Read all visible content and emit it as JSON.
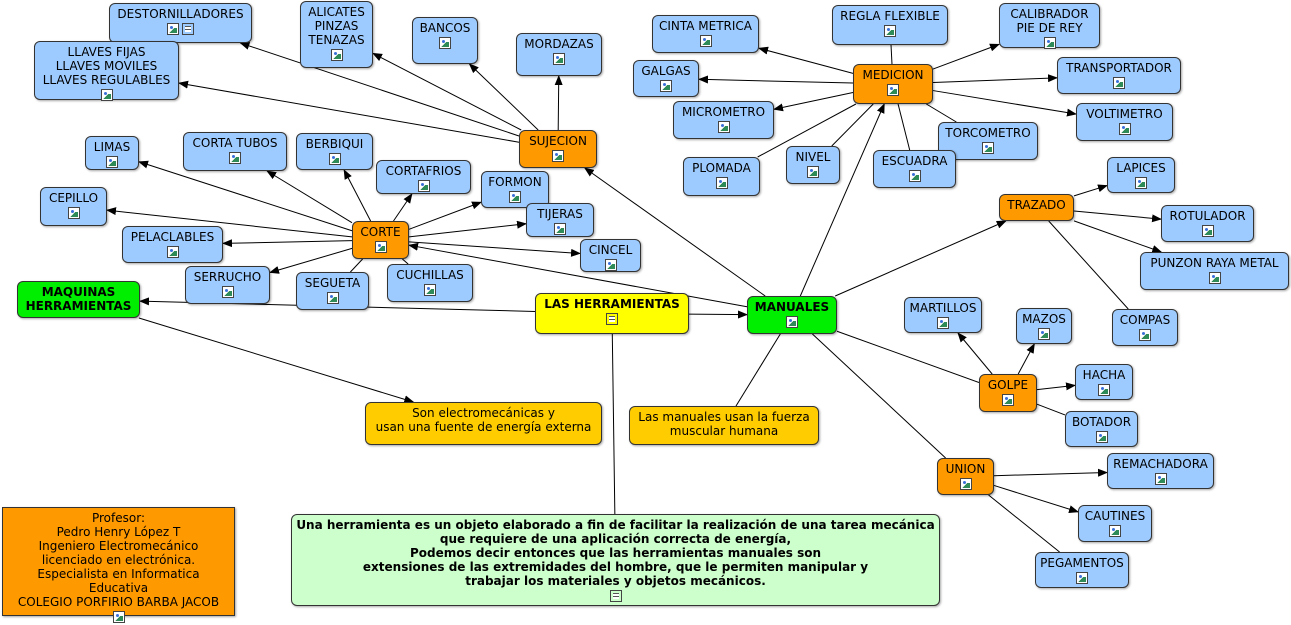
{
  "colors": {
    "blue": "#9ecbff",
    "orange": "#ff9900",
    "green": "#00ee00",
    "yellow": "#ffff00",
    "gold": "#ffcc00",
    "light_green": "#ccffcc",
    "edge": "#000000"
  },
  "nodes": [
    {
      "id": "herramientas",
      "label": "LAS HERRAMIENTAS",
      "style": "yellow",
      "icons": [
        "doc-icon"
      ]
    },
    {
      "id": "maquinas",
      "label": "MAQUINAS\nHERRAMIENTAS",
      "style": "green",
      "icons": []
    },
    {
      "id": "manuales",
      "label": "MANUALES",
      "style": "green",
      "icons": [
        "image-icon"
      ]
    },
    {
      "id": "def_maquinas",
      "label": "Son electromecánicas y\nusan una fuente de energía externa",
      "style": "gold",
      "icons": []
    },
    {
      "id": "def_manuales",
      "label": "Las manuales usan la fuerza\nmuscular humana",
      "style": "gold",
      "icons": []
    },
    {
      "id": "definicion",
      "label": "Una herramienta es un objeto elaborado a fin de facilitar la realización de una tarea mecánica\nque requiere de una aplicación correcta de energía,\nPodemos decir entonces que las herramientas manuales son\nextensiones de las extremidades del hombre, que le permiten manipular  y\ntrabajar los materiales y objetos mecánicos.",
      "style": "lgreen",
      "icons": [
        "doc-icon"
      ]
    },
    {
      "id": "profesor",
      "label": "Profesor:\nPedro Henry López T\nIngeniero Electromecánico\nlicenciado en electrónica.\nEspecialista en Informatica Educativa\nCOLEGIO PORFIRIO BARBA JACOB",
      "style": "note",
      "icons": [
        "image-icon"
      ]
    },
    {
      "id": "sujecion",
      "label": "SUJECION",
      "style": "orange",
      "icons": [
        "image-icon"
      ]
    },
    {
      "id": "destornilladores",
      "label": "DESTORNILLADORES",
      "style": "blue",
      "icons": [
        "image-icon",
        "doc-icon"
      ]
    },
    {
      "id": "llaves",
      "label": "LLAVES FIJAS\nLLAVES MOVILES\nLLAVES REGULABLES",
      "style": "blue",
      "icons": [
        "image-icon"
      ]
    },
    {
      "id": "alicates",
      "label": "ALICATES\nPINZAS\nTENAZAS",
      "style": "blue",
      "icons": [
        "image-icon"
      ]
    },
    {
      "id": "bancos",
      "label": "BANCOS",
      "style": "blue",
      "icons": [
        "image-icon"
      ]
    },
    {
      "id": "mordazas",
      "label": "MORDAZAS",
      "style": "blue",
      "icons": [
        "image-icon"
      ]
    },
    {
      "id": "corte",
      "label": "CORTE",
      "style": "orange",
      "icons": [
        "image-icon"
      ]
    },
    {
      "id": "limas",
      "label": "LIMAS",
      "style": "blue",
      "icons": [
        "image-icon"
      ]
    },
    {
      "id": "cortatubos",
      "label": "CORTA TUBOS",
      "style": "blue",
      "icons": [
        "image-icon"
      ]
    },
    {
      "id": "berbiqui",
      "label": "BERBIQUI",
      "style": "blue",
      "icons": [
        "image-icon"
      ]
    },
    {
      "id": "cortafrios",
      "label": "CORTAFRIOS",
      "style": "blue",
      "icons": [
        "image-icon"
      ]
    },
    {
      "id": "formon",
      "label": "FORMON",
      "style": "blue",
      "icons": [
        "image-icon"
      ]
    },
    {
      "id": "cepillo",
      "label": "CEPILLO",
      "style": "blue",
      "icons": [
        "image-icon"
      ]
    },
    {
      "id": "tijeras",
      "label": "TIJERAS",
      "style": "blue",
      "icons": [
        "image-icon"
      ]
    },
    {
      "id": "pelacables",
      "label": "PELACLABLES",
      "style": "blue",
      "icons": [
        "image-icon"
      ]
    },
    {
      "id": "cincel",
      "label": "CINCEL",
      "style": "blue",
      "icons": [
        "image-icon"
      ]
    },
    {
      "id": "serrucho",
      "label": "SERRUCHO",
      "style": "blue",
      "icons": [
        "image-icon"
      ]
    },
    {
      "id": "segueta",
      "label": "SEGUETA",
      "style": "blue",
      "icons": [
        "image-icon"
      ]
    },
    {
      "id": "cuchillas",
      "label": "CUCHILLAS",
      "style": "blue",
      "icons": [
        "image-icon"
      ]
    },
    {
      "id": "medicion",
      "label": "MEDICION",
      "style": "orange",
      "icons": [
        "image-icon"
      ]
    },
    {
      "id": "cinta",
      "label": "CINTA METRICA",
      "style": "blue",
      "icons": [
        "image-icon"
      ]
    },
    {
      "id": "regla",
      "label": "REGLA FLEXIBLE",
      "style": "blue",
      "icons": [
        "image-icon"
      ]
    },
    {
      "id": "calibrador",
      "label": "CALIBRADOR\nPIE DE REY",
      "style": "blue",
      "icons": [
        "image-icon"
      ]
    },
    {
      "id": "galgas",
      "label": "GALGAS",
      "style": "blue",
      "icons": [
        "image-icon"
      ]
    },
    {
      "id": "transportador",
      "label": "TRANSPORTADOR",
      "style": "blue",
      "icons": [
        "image-icon"
      ]
    },
    {
      "id": "micrometro",
      "label": "MICROMETRO",
      "style": "blue",
      "icons": [
        "image-icon"
      ]
    },
    {
      "id": "voltimetro",
      "label": "VOLTIMETRO",
      "style": "blue",
      "icons": [
        "image-icon"
      ]
    },
    {
      "id": "torcometro",
      "label": "TORCOMETRO",
      "style": "blue",
      "icons": [
        "image-icon"
      ]
    },
    {
      "id": "plomada",
      "label": "PLOMADA",
      "style": "blue",
      "icons": [
        "image-icon"
      ]
    },
    {
      "id": "nivel",
      "label": "NIVEL",
      "style": "blue",
      "icons": [
        "image-icon"
      ]
    },
    {
      "id": "escuadra",
      "label": "ESCUADRA",
      "style": "blue",
      "icons": [
        "image-icon"
      ]
    },
    {
      "id": "trazado",
      "label": "TRAZADO",
      "style": "orange",
      "icons": []
    },
    {
      "id": "lapices",
      "label": "LAPICES",
      "style": "blue",
      "icons": [
        "image-icon"
      ]
    },
    {
      "id": "rotulador",
      "label": "ROTULADOR",
      "style": "blue",
      "icons": [
        "image-icon"
      ]
    },
    {
      "id": "punzon",
      "label": "PUNZON RAYA METAL",
      "style": "blue",
      "icons": [
        "image-icon"
      ]
    },
    {
      "id": "compas",
      "label": "COMPAS",
      "style": "blue",
      "icons": [
        "image-icon"
      ]
    },
    {
      "id": "golpe",
      "label": "GOLPE",
      "style": "orange",
      "icons": [
        "image-icon"
      ]
    },
    {
      "id": "martillos",
      "label": "MARTILLOS",
      "style": "blue",
      "icons": [
        "image-icon"
      ]
    },
    {
      "id": "mazos",
      "label": "MAZOS",
      "style": "blue",
      "icons": [
        "image-icon"
      ]
    },
    {
      "id": "hacha",
      "label": "HACHA",
      "style": "blue",
      "icons": [
        "image-icon"
      ]
    },
    {
      "id": "botador",
      "label": "BOTADOR",
      "style": "blue",
      "icons": [
        "image-icon"
      ]
    },
    {
      "id": "union",
      "label": "UNION",
      "style": "orange",
      "icons": [
        "image-icon"
      ]
    },
    {
      "id": "remachadora",
      "label": "REMACHADORA",
      "style": "blue",
      "icons": [
        "image-icon"
      ]
    },
    {
      "id": "cautines",
      "label": "CAUTINES",
      "style": "blue",
      "icons": [
        "image-icon"
      ]
    },
    {
      "id": "pegamentos",
      "label": "PEGAMENTOS",
      "style": "blue",
      "icons": [
        "image-icon"
      ]
    }
  ],
  "edges": [
    {
      "from": "herramientas",
      "to": "maquinas",
      "arrow": true
    },
    {
      "from": "herramientas",
      "to": "manuales",
      "arrow": true
    },
    {
      "from": "herramientas",
      "to": "definicion",
      "arrow": false
    },
    {
      "from": "maquinas",
      "to": "def_maquinas",
      "arrow": true
    },
    {
      "from": "manuales",
      "to": "def_manuales",
      "arrow": false
    },
    {
      "from": "manuales",
      "to": "sujecion",
      "arrow": true
    },
    {
      "from": "manuales",
      "to": "corte",
      "arrow": true
    },
    {
      "from": "manuales",
      "to": "medicion",
      "arrow": true
    },
    {
      "from": "manuales",
      "to": "trazado",
      "arrow": true
    },
    {
      "from": "manuales",
      "to": "golpe",
      "arrow": false
    },
    {
      "from": "manuales",
      "to": "union",
      "arrow": false
    },
    {
      "from": "sujecion",
      "to": "destornilladores",
      "arrow": true
    },
    {
      "from": "sujecion",
      "to": "llaves",
      "arrow": true
    },
    {
      "from": "sujecion",
      "to": "alicates",
      "arrow": true
    },
    {
      "from": "sujecion",
      "to": "bancos",
      "arrow": true
    },
    {
      "from": "sujecion",
      "to": "mordazas",
      "arrow": true
    },
    {
      "from": "corte",
      "to": "limas",
      "arrow": true
    },
    {
      "from": "corte",
      "to": "cortatubos",
      "arrow": true
    },
    {
      "from": "corte",
      "to": "berbiqui",
      "arrow": true
    },
    {
      "from": "corte",
      "to": "cortafrios",
      "arrow": true
    },
    {
      "from": "corte",
      "to": "formon",
      "arrow": true
    },
    {
      "from": "corte",
      "to": "cepillo",
      "arrow": true
    },
    {
      "from": "corte",
      "to": "tijeras",
      "arrow": true
    },
    {
      "from": "corte",
      "to": "pelacables",
      "arrow": true
    },
    {
      "from": "corte",
      "to": "cincel",
      "arrow": true
    },
    {
      "from": "corte",
      "to": "serrucho",
      "arrow": true
    },
    {
      "from": "corte",
      "to": "segueta",
      "arrow": false
    },
    {
      "from": "corte",
      "to": "cuchillas",
      "arrow": false
    },
    {
      "from": "medicion",
      "to": "cinta",
      "arrow": true
    },
    {
      "from": "medicion",
      "to": "regla",
      "arrow": false
    },
    {
      "from": "medicion",
      "to": "calibrador",
      "arrow": true
    },
    {
      "from": "medicion",
      "to": "galgas",
      "arrow": true
    },
    {
      "from": "medicion",
      "to": "transportador",
      "arrow": true
    },
    {
      "from": "medicion",
      "to": "micrometro",
      "arrow": true
    },
    {
      "from": "medicion",
      "to": "voltimetro",
      "arrow": true
    },
    {
      "from": "medicion",
      "to": "torcometro",
      "arrow": false
    },
    {
      "from": "medicion",
      "to": "plomada",
      "arrow": false
    },
    {
      "from": "medicion",
      "to": "nivel",
      "arrow": false
    },
    {
      "from": "medicion",
      "to": "escuadra",
      "arrow": false
    },
    {
      "from": "trazado",
      "to": "lapices",
      "arrow": true
    },
    {
      "from": "trazado",
      "to": "rotulador",
      "arrow": true
    },
    {
      "from": "trazado",
      "to": "punzon",
      "arrow": true
    },
    {
      "from": "trazado",
      "to": "compas",
      "arrow": false
    },
    {
      "from": "golpe",
      "to": "martillos",
      "arrow": true
    },
    {
      "from": "golpe",
      "to": "mazos",
      "arrow": true
    },
    {
      "from": "golpe",
      "to": "hacha",
      "arrow": true
    },
    {
      "from": "golpe",
      "to": "botador",
      "arrow": false
    },
    {
      "from": "union",
      "to": "remachadora",
      "arrow": true
    },
    {
      "from": "union",
      "to": "cautines",
      "arrow": true
    },
    {
      "from": "union",
      "to": "pegamentos",
      "arrow": false
    }
  ]
}
